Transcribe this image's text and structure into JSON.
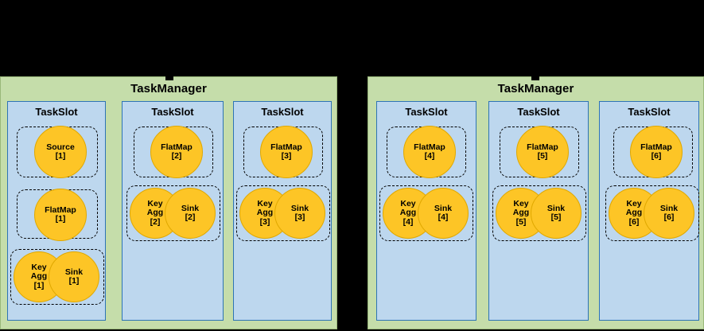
{
  "diagram": {
    "title": "Flink TaskManager TaskSlot assignment",
    "background_color": "#000000",
    "taskmanager_color": "#c5ddaa",
    "taskslot_color": "#bdd7ee",
    "operator_color": "#fdc526",
    "taskmanager_label": "TaskManager",
    "taskslot_label": "TaskSlot"
  },
  "taskmanagers": [
    {
      "label": "TaskManager",
      "slots": [
        {
          "label": "TaskSlot",
          "groups": [
            {
              "type": "single",
              "operators": [
                {
                  "name": "Source",
                  "index": "[1]"
                }
              ]
            },
            {
              "type": "single",
              "operators": [
                {
                  "name": "FlatMap",
                  "index": "[1]"
                }
              ]
            },
            {
              "type": "chained",
              "operators": [
                {
                  "name": "Key\nAgg",
                  "index": "[1]"
                },
                {
                  "name": "Sink",
                  "index": "[1]"
                }
              ]
            }
          ]
        },
        {
          "label": "TaskSlot",
          "groups": [
            {
              "type": "single",
              "operators": [
                {
                  "name": "FlatMap",
                  "index": "[2]"
                }
              ]
            },
            {
              "type": "chained",
              "operators": [
                {
                  "name": "Key\nAgg",
                  "index": "[2]"
                },
                {
                  "name": "Sink",
                  "index": "[2]"
                }
              ]
            }
          ]
        },
        {
          "label": "TaskSlot",
          "groups": [
            {
              "type": "single",
              "operators": [
                {
                  "name": "FlatMap",
                  "index": "[3]"
                }
              ]
            },
            {
              "type": "chained",
              "operators": [
                {
                  "name": "Key\nAgg",
                  "index": "[3]"
                },
                {
                  "name": "Sink",
                  "index": "[3]"
                }
              ]
            }
          ]
        }
      ]
    },
    {
      "label": "TaskManager",
      "slots": [
        {
          "label": "TaskSlot",
          "groups": [
            {
              "type": "single",
              "operators": [
                {
                  "name": "FlatMap",
                  "index": "[4]"
                }
              ]
            },
            {
              "type": "chained",
              "operators": [
                {
                  "name": "Key\nAgg",
                  "index": "[4]"
                },
                {
                  "name": "Sink",
                  "index": "[4]"
                }
              ]
            }
          ]
        },
        {
          "label": "TaskSlot",
          "groups": [
            {
              "type": "single",
              "operators": [
                {
                  "name": "FlatMap",
                  "index": "[5]"
                }
              ]
            },
            {
              "type": "chained",
              "operators": [
                {
                  "name": "Key\nAgg",
                  "index": "[5]"
                },
                {
                  "name": "Sink",
                  "index": "[5]"
                }
              ]
            }
          ]
        },
        {
          "label": "TaskSlot",
          "groups": [
            {
              "type": "single",
              "operators": [
                {
                  "name": "FlatMap",
                  "index": "[6]"
                }
              ]
            },
            {
              "type": "chained",
              "operators": [
                {
                  "name": "Key\nAgg",
                  "index": "[6]"
                },
                {
                  "name": "Sink",
                  "index": "[6]"
                }
              ]
            }
          ]
        }
      ]
    }
  ]
}
